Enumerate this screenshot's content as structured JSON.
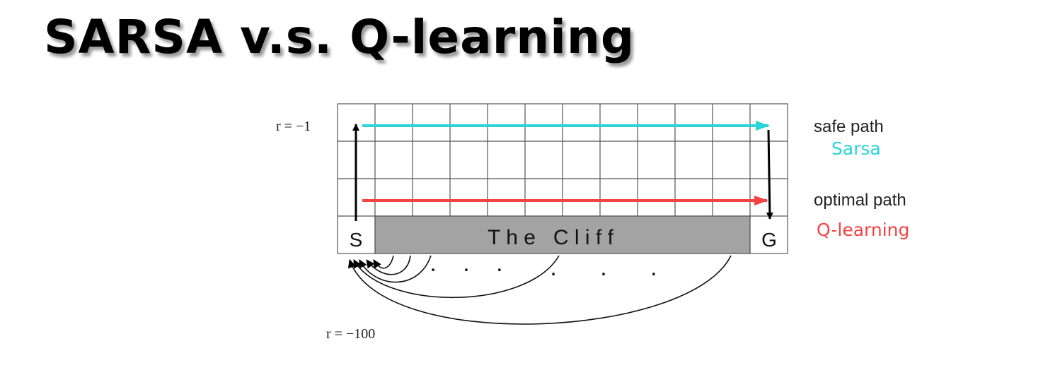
{
  "title": "SARSA v.s. Q-learning",
  "grid": {
    "start_label": "S",
    "goal_label": "G",
    "cliff_label": "T h e   C l i f f",
    "ellipsis_1": ". . .",
    "ellipsis_2": ". . ."
  },
  "rewards": {
    "step": "r = −1",
    "cliff": "r = −100"
  },
  "paths": {
    "safe_label": "safe path",
    "safe_algo": "Sarsa",
    "optimal_label": "optimal path",
    "optimal_algo": "Q-learning"
  },
  "colors": {
    "safe": "#2ad4d8",
    "optimal": "#f24444",
    "cliff_fill": "#a3a3a3"
  }
}
